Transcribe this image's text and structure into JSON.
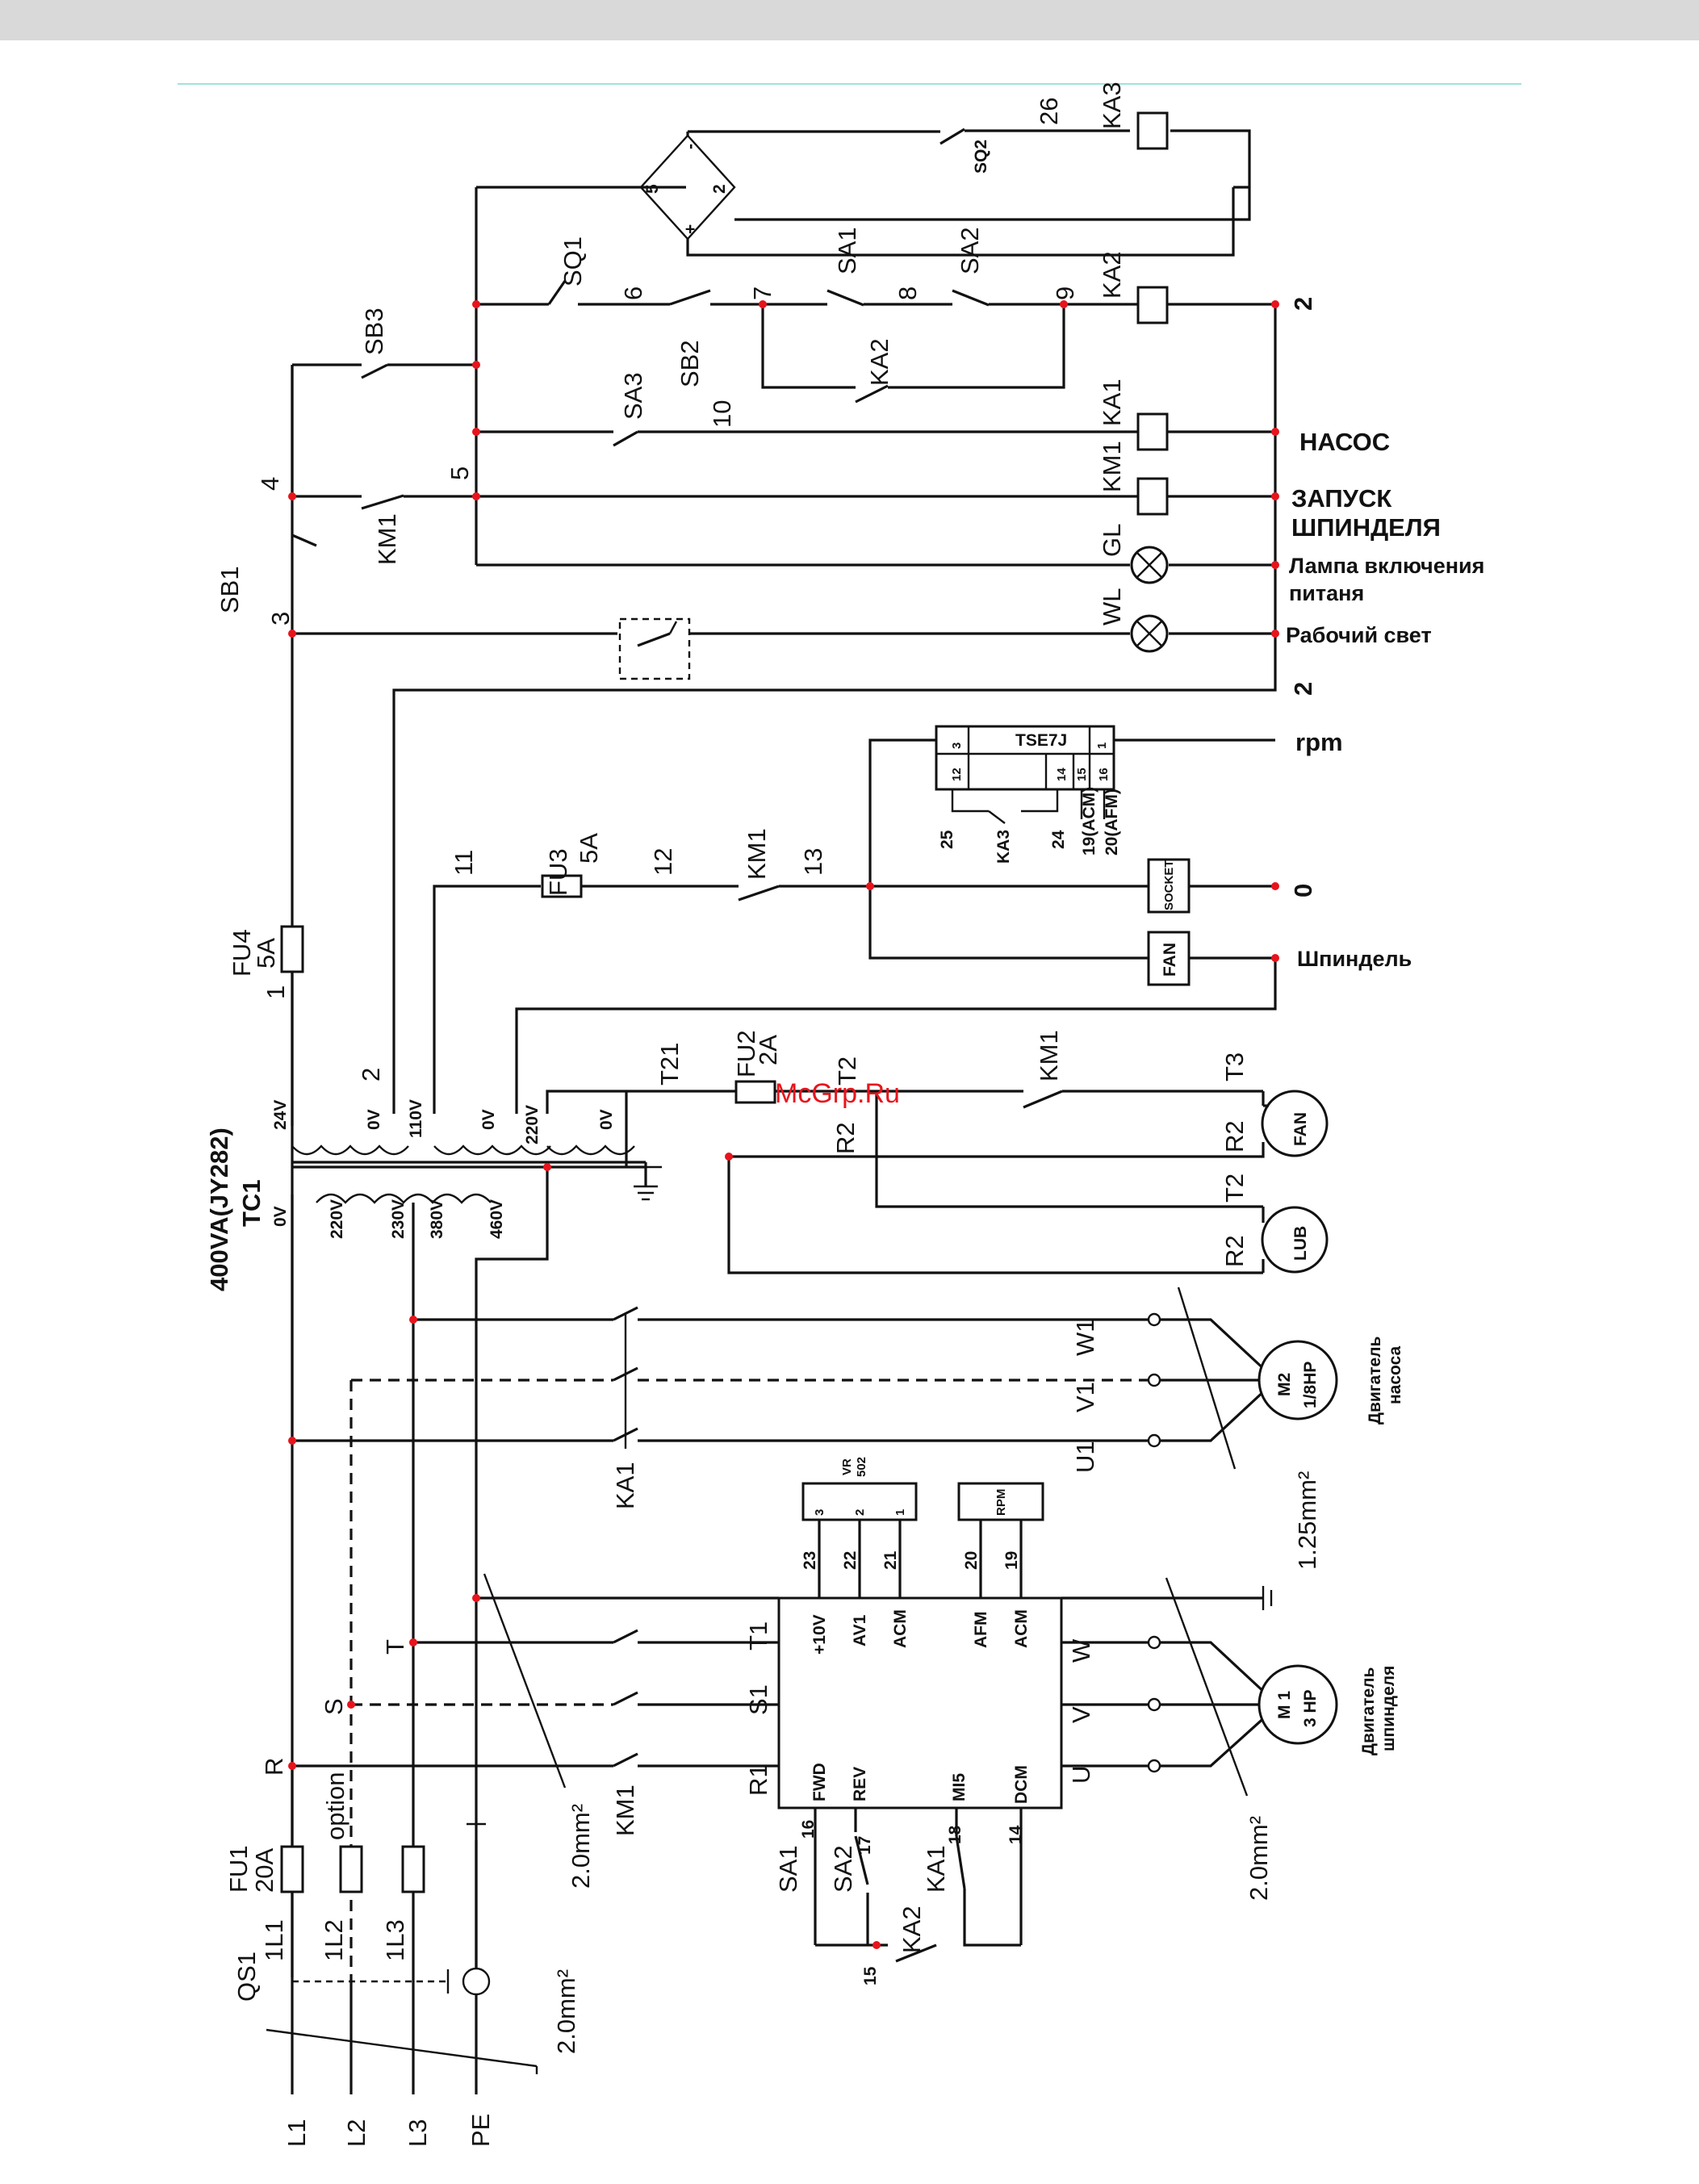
{
  "supply": {
    "l1": "L1",
    "l2": "L2",
    "l3": "L3",
    "pe": "PE",
    "qs": "QS1",
    "gauge": "2.0mm²"
  },
  "fuses": {
    "fu1_name": "FU1",
    "fu1_val": "20A",
    "option": "option",
    "n1l1": "1L1",
    "n1l2": "1L2",
    "n1l3": "1L3",
    "fu2_name": "FU2",
    "fu2_val": "2A",
    "fu3_name": "FU3",
    "fu3_val": "5A",
    "fu4_name": "FU4",
    "fu4_val": "5A"
  },
  "phases": {
    "r": "R",
    "s": "S",
    "t": "T"
  },
  "transformer": {
    "title": "400VA(JY282)",
    "name": "TC1",
    "p0": "0V",
    "p220": "220V",
    "p230": "230V",
    "p380": "380V",
    "p460": "460V",
    "s24": "24V",
    "s0a": "0V",
    "s110": "110V",
    "s0b": "0V",
    "s220": "220V",
    "s0c": "0V"
  },
  "wires": {
    "w1": "1",
    "w2": "2",
    "w3": "3",
    "w4": "4",
    "w5": "5",
    "w6": "6",
    "w7": "7",
    "w8": "8",
    "w9": "9",
    "w10": "10",
    "w11": "11",
    "w12": "12",
    "w13": "13",
    "w14": "14",
    "w15": "15",
    "w16": "16",
    "w17": "17",
    "w18": "18",
    "w19": "19",
    "w20": "20",
    "w21": "21",
    "w22": "22",
    "w23": "23",
    "w24": "24",
    "w25": "25",
    "w26": "26",
    "t21": "T21",
    "t2": "T2",
    "t3": "T3",
    "r2": "R2"
  },
  "devices": {
    "sb1": "SB1",
    "sb2": "SB2",
    "sb3": "SB3",
    "sq1": "SQ1",
    "sq2": "SQ2",
    "sa1": "SA1",
    "sa2": "SA2",
    "sa3": "SA3",
    "ka1": "KA1",
    "ka2": "KA2",
    "ka3": "KA3",
    "km1": "KM1",
    "gl": "GL",
    "wl": "WL",
    "fan": "FAN",
    "socket": "SOCKET",
    "tse": "TSE7J",
    "vr": "VR",
    "vr502": "502",
    "rpm": "RPM",
    "m2": "M2",
    "m2hp": "1/8HP",
    "m1": "M 1",
    "m1hp": "3 HP",
    "lub": "LUB",
    "u1": "U1",
    "v1": "V1",
    "w1": "W1",
    "r1": "R1",
    "s1": "S1",
    "t1": "T1",
    "u": "U",
    "v": "V",
    "w": "W",
    "b5": "5",
    "b2": "2",
    "bplus": "+",
    "bminus": "-",
    "bridge": "2"
  },
  "inverter": {
    "v10": "+10V",
    "av1": "AV1",
    "acm": "ACM",
    "afm": "AFM",
    "fwd": "FWD",
    "rev": "REV",
    "mi5": "MI5",
    "dcm": "DCM"
  },
  "tse_pins": {
    "p3": "3",
    "p1": "1",
    "p12": "12",
    "p14": "14",
    "p15": "15",
    "p16": "16",
    "acm": "19(ACM)",
    "afm": "20(AFM)"
  },
  "vr_pins": {
    "p3": "3",
    "p2": "2",
    "p1": "1"
  },
  "gauges": {
    "g125": "1.25mm²",
    "g20a": "2.0mm²",
    "g20b": "2.0mm²"
  },
  "notes": {
    "pump": "НАСОС",
    "spindle_start_1": "ЗАПУСК",
    "spindle_start_2": "ШПИНДЕЛЯ",
    "power_lamp_1": "Лампа включения",
    "power_lamp_2": "питаня",
    "work_light": "Рабочий свет",
    "rpm": "rpm",
    "zero": "0",
    "spindle": "Шпиндель",
    "two_a": "2",
    "two_b": "2",
    "pump_motor_1": "Двигатель",
    "pump_motor_2": "насоса",
    "spindle_motor_1": "Двигатель",
    "spindle_motor_2": "шпинделя"
  },
  "watermark": "McGrp.Ru"
}
